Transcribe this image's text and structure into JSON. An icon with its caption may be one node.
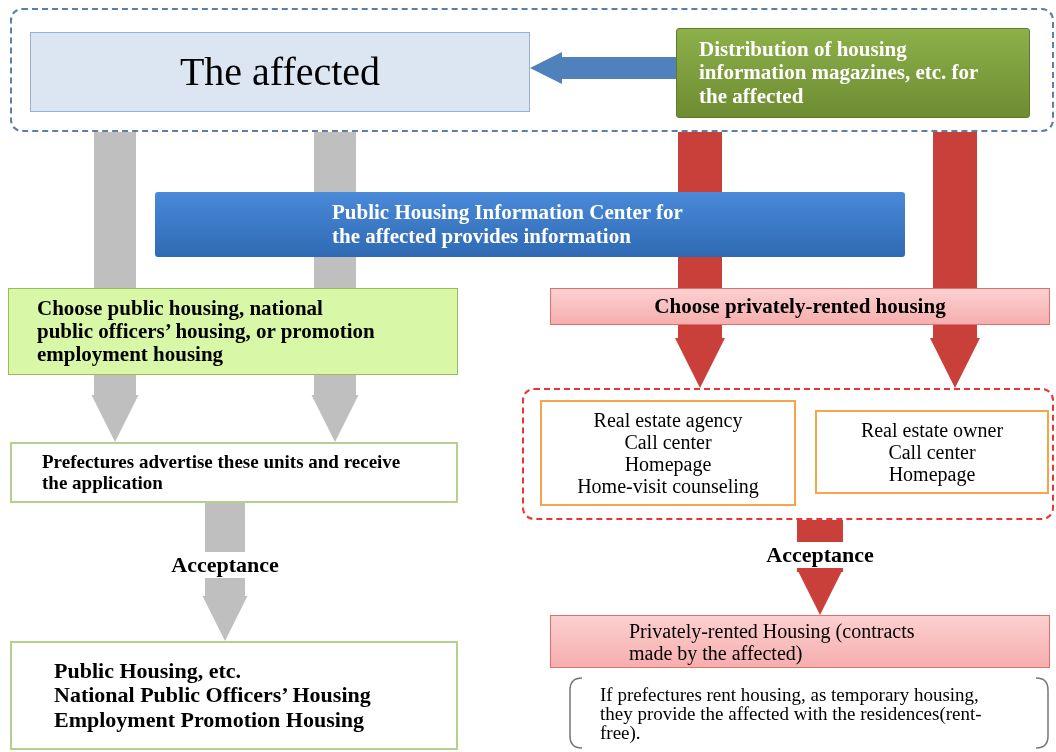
{
  "diagram": {
    "nodes": [
      {
        "text": [],
        "shape": "box"
      },
      {
        "text": [
          "The affected"
        ],
        "in": 0
      },
      {
        "text": [
          "Distribution of housing information magazines, etc. for the affected"
        ],
        "in": 0
      },
      {
        "text": [
          "Public Housing Information Center for the affected provides information"
        ]
      },
      {
        "text": [
          "Choose public housing, national public officers’ housing, or promotion employment housing"
        ]
      },
      {
        "text": [
          "Choose privately-rented housing"
        ]
      },
      {
        "text": [
          "Prefectures advertise these units and receive the application"
        ]
      },
      {
        "text": [
          "Public Housing, etc.",
          "National Public Officers’ Housing",
          "Employment Promotion Housing"
        ]
      },
      {
        "text": [],
        "shape": "box"
      },
      {
        "text": [
          "Real estate agency",
          "Call center",
          "Homepage",
          "Home-visit counseling"
        ],
        "in": 8
      },
      {
        "text": [
          "Real estate owner",
          "Call center",
          "Homepage"
        ],
        "in": 8
      },
      {
        "text": [
          "Privately-rented Housing (contracts made by the affected)"
        ]
      },
      {
        "text": [
          "If prefectures rent housing, as temporary housing, they provide the affected with the residences(rent-free)."
        ]
      }
    ],
    "edges": [
      {
        "from": 2,
        "to": 1,
        "arrow": "to",
        "color": "#4f81bd"
      },
      {
        "from": 0,
        "to": 4,
        "arrow": "none",
        "color": "#bfbfbf"
      },
      {
        "from": 0,
        "to": 3,
        "arrow": "none",
        "color": "#bfbfbf"
      },
      {
        "from": 4,
        "to": 6,
        "arrow": "to",
        "color": "#bfbfbf"
      },
      {
        "from": 4,
        "to": 6,
        "arrow": "to",
        "color": "#bfbfbf"
      },
      {
        "from": 0,
        "to": 3,
        "arrow": "none",
        "color": "#c9403a"
      },
      {
        "from": 0,
        "to": 5,
        "arrow": "none",
        "color": "#c9403a"
      },
      {
        "from": 5,
        "to": 8,
        "arrow": "to",
        "color": "#c9403a"
      },
      {
        "from": 5,
        "to": 8,
        "arrow": "to",
        "color": "#c9403a"
      },
      {
        "from": 6,
        "to": 7,
        "arrow": "to",
        "label": "Acceptance",
        "color": "#bfbfbf"
      },
      {
        "from": 8,
        "to": 11,
        "arrow": "to",
        "label": "Acceptance",
        "color": "#c9403a"
      },
      {
        "from": 3,
        "to": 4,
        "arrow": "none",
        "color": "#bfbfbf"
      },
      {
        "from": 3,
        "to": 5,
        "arrow": "none",
        "color": "#c9403a"
      }
    ]
  }
}
